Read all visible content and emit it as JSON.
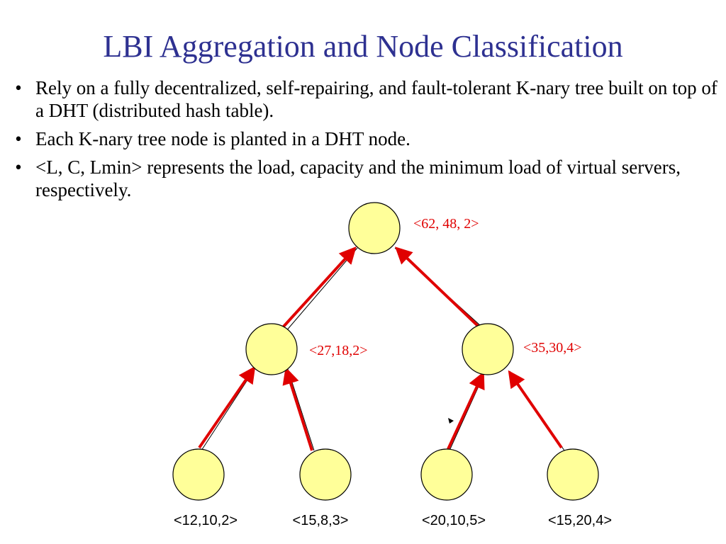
{
  "slide": {
    "title": "LBI Aggregation and Node Classification",
    "bullets": [
      "Rely on a fully decentralized, self-repairing, and fault-tolerant K-nary tree built on top of a DHT (distributed hash table).",
      "Each K-nary tree node is planted in a DHT node.",
      "<L, C, Lmin> represents the load, capacity and the minimum load of virtual servers, respectively."
    ],
    "bullet_marker": "•"
  },
  "colors": {
    "title": "#2E3191",
    "node_fill": "#FFFF99",
    "node_stroke": "#000000",
    "arrow": "#E00000",
    "internal_label": "#E00000",
    "leaf_label": "#000000"
  },
  "tree": {
    "root": {
      "label": "<62, 48, 2>"
    },
    "left": {
      "label": "<27,18,2>"
    },
    "right": {
      "label": "<35,30,4>"
    },
    "leaves": [
      {
        "label": "<12,10,2>"
      },
      {
        "label": "<15,8,3>"
      },
      {
        "label": "<20,10,5>"
      },
      {
        "label": "<15,20,4>"
      }
    ]
  }
}
